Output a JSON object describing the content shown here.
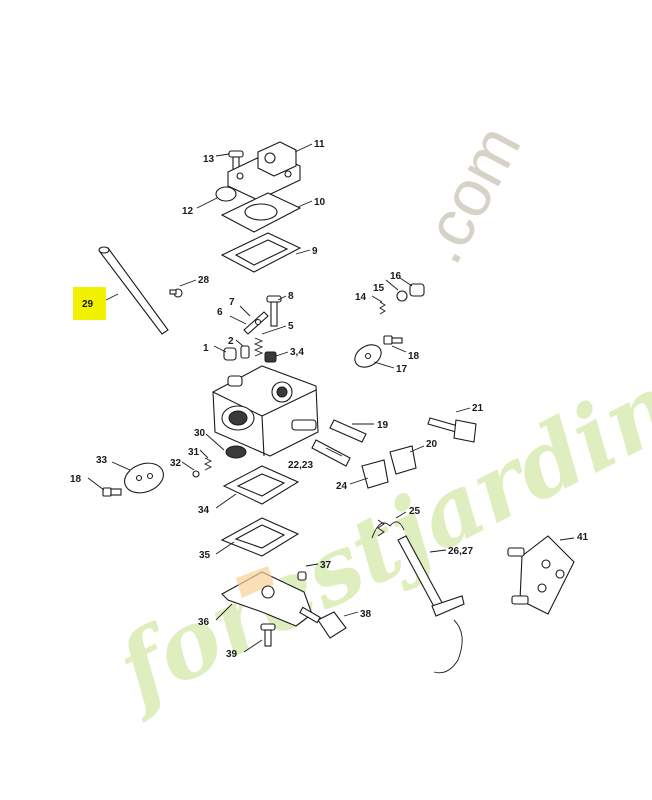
{
  "watermark": {
    "brand_main": "forestjardin",
    "brand_tld": ".com",
    "colors": {
      "green": "#d9ecb4",
      "orange": "#f7d19a",
      "gray": "#d7d2c8"
    }
  },
  "highlight": {
    "color": "#f2f200"
  },
  "labels": {
    "l1": "1",
    "l2": "2",
    "l34": "3,4",
    "l5": "5",
    "l6": "6",
    "l7": "7",
    "l8": "8",
    "l9": "9",
    "l10": "10",
    "l11": "11",
    "l12": "12",
    "l13": "13",
    "l14": "14",
    "l15": "15",
    "l16": "16",
    "l17": "17",
    "l18a": "18",
    "l18b": "18",
    "l19": "19",
    "l20": "20",
    "l21": "21",
    "l2223": "22,23",
    "l24": "24",
    "l25": "25",
    "l2627": "26,27",
    "l28": "28",
    "l29": "29",
    "l30": "30",
    "l31": "31",
    "l32": "32",
    "l33": "33",
    "l34p": "34",
    "l35": "35",
    "l36": "36",
    "l37": "37",
    "l38": "38",
    "l39": "39",
    "l41": "41"
  }
}
